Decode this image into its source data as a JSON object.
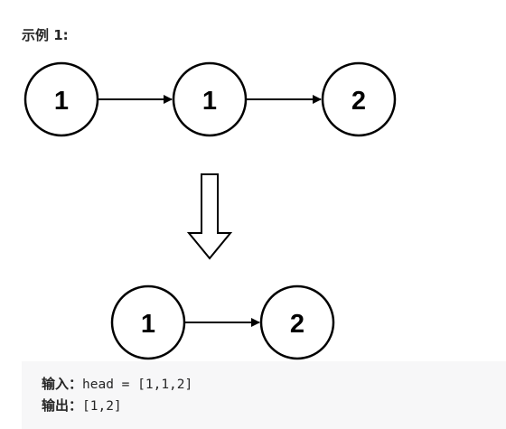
{
  "example": {
    "heading": "示例 1:"
  },
  "diagram": {
    "input_list": [
      "1",
      "1",
      "2"
    ],
    "output_list": [
      "1",
      "2"
    ]
  },
  "io": {
    "input_label": "输入：",
    "input_value": "head = [1,1,2]",
    "output_label": "输出：",
    "output_value": "[1,2]"
  },
  "colors": {
    "stroke": "#000000",
    "code_background": "#f7f7f8",
    "text": "#262626"
  }
}
